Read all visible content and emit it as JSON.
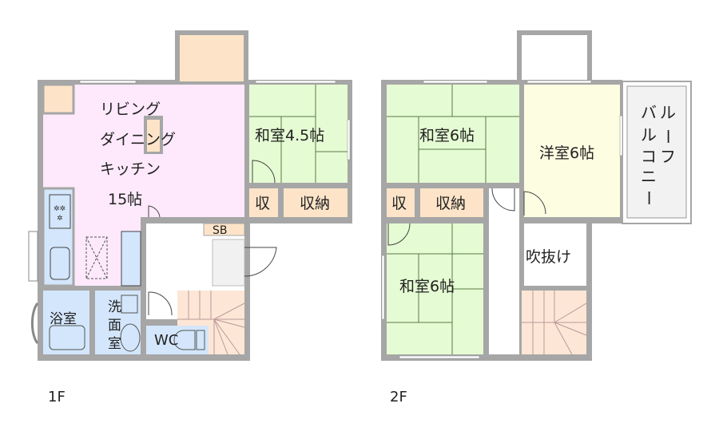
{
  "floor1": {
    "label": "1F",
    "rooms": {
      "ldk_line1": "リビング",
      "ldk_line2": "ダイニング",
      "ldk_line3": "キッチン",
      "ldk_size": "15帖",
      "washitsu": "和室4.5帖",
      "storage_small": "収",
      "storage": "収納",
      "shoe_box": "SB",
      "bath": "浴室",
      "washroom_1": "洗",
      "washroom_2": "面",
      "washroom_3": "室",
      "toilet": "WC"
    }
  },
  "floor2": {
    "label": "2F",
    "rooms": {
      "washitsu_top": "和室6帖",
      "washitsu_bottom": "和室6帖",
      "youshitsu": "洋室6帖",
      "storage_small": "収",
      "storage": "収納",
      "atrium": "吹抜け",
      "balcony_r1": "ル",
      "balcony_r2": "ー",
      "balcony_r3": "フ",
      "balcony_l1": "バ",
      "balcony_l2": "ル",
      "balcony_l3": "コ",
      "balcony_l4": "ニ",
      "balcony_l5": "ー"
    }
  },
  "colors": {
    "wall": "#a6a6a6",
    "ldk": "#fde9fb",
    "tatami": "#e5fbd3",
    "storage": "#fde4c8",
    "water": "#d3e6fb",
    "stairs": "#fde6d6",
    "youshitsu": "#fdfde2",
    "balcony": "#f2f2f2"
  }
}
